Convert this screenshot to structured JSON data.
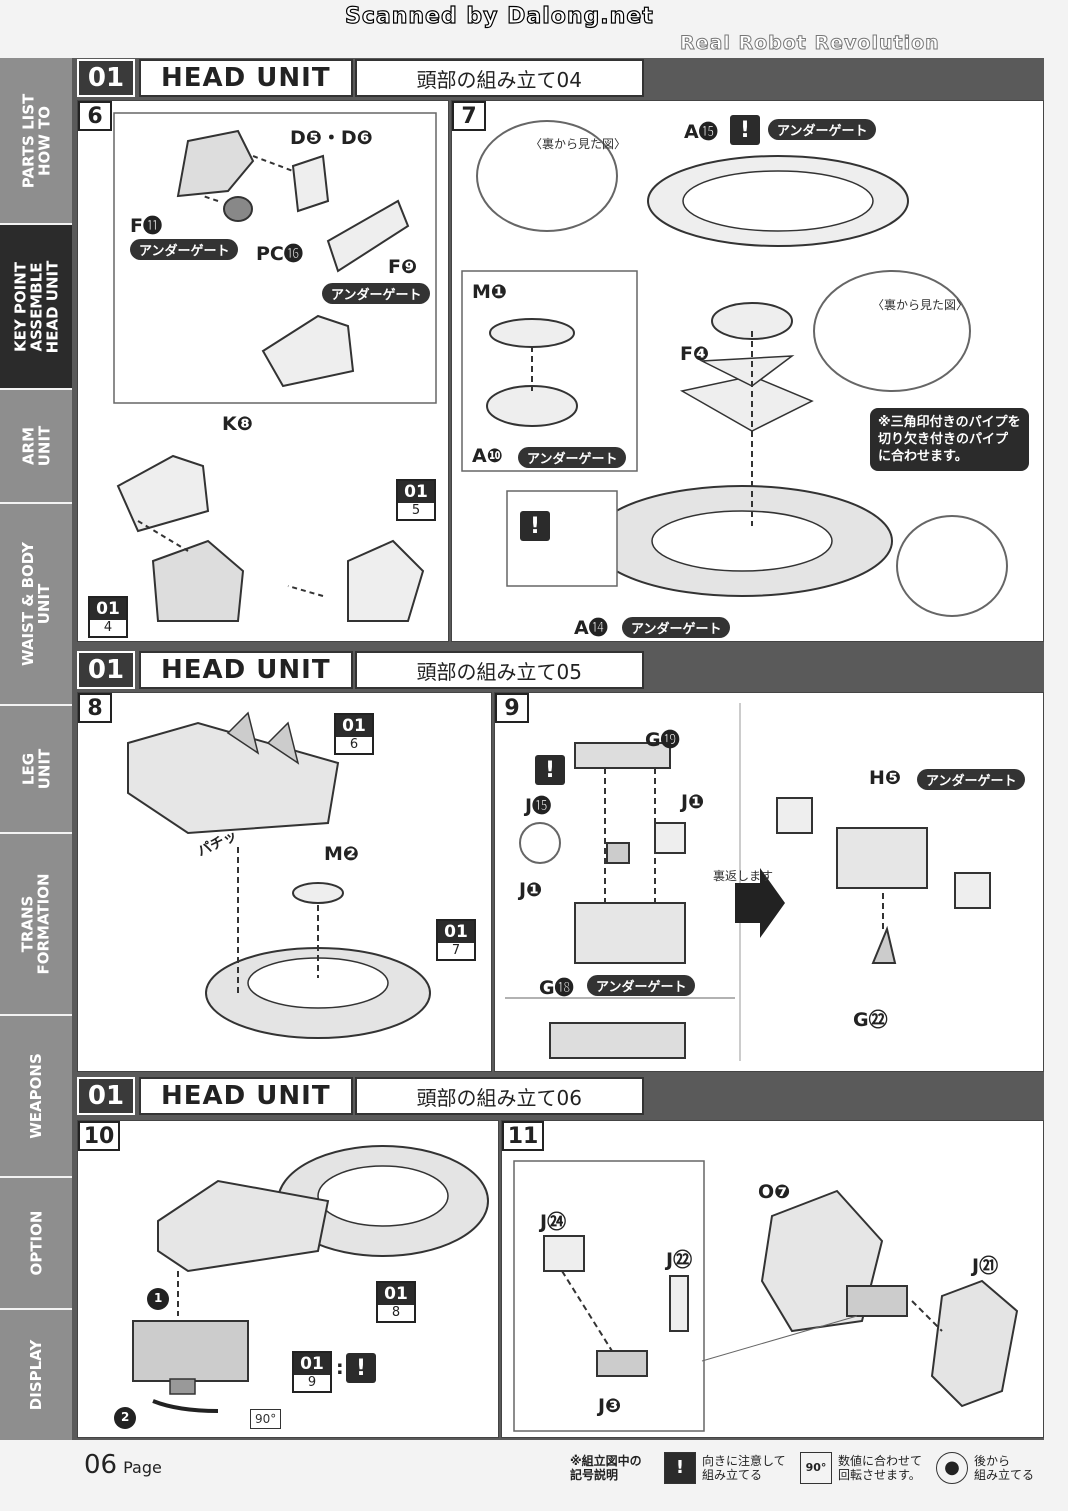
{
  "header": {
    "scanned": "Scanned by Dalong.net",
    "brand": "Real Robot Revolution"
  },
  "sidenav": [
    {
      "label": "PARTS LIST\nHOW TO",
      "active": false
    },
    {
      "label": "KEY POINT\nASSEMBLE\nHEAD UNIT",
      "active": true
    },
    {
      "label": "ARM\nUNIT",
      "active": false
    },
    {
      "label": "WAIST & BODY\nUNIT",
      "active": false
    },
    {
      "label": "LEG\nUNIT",
      "active": false
    },
    {
      "label": "TRANS\nFORMATION",
      "active": false
    },
    {
      "label": "WEAPONS",
      "active": false
    },
    {
      "label": "OPTION",
      "active": false
    },
    {
      "label": "DISPLAY",
      "active": false
    }
  ],
  "sections": [
    {
      "num": "01",
      "title": "HEAD UNIT",
      "sub": "頭部の組み立て04"
    },
    {
      "num": "01",
      "title": "HEAD UNIT",
      "sub": "頭部の組み立て05"
    },
    {
      "num": "01",
      "title": "HEAD UNIT",
      "sub": "頭部の組み立て06"
    }
  ],
  "steps": {
    "s6": {
      "num": "6",
      "labels": [
        "D❺・D❻",
        "F⓫",
        "PC⓰",
        "F❾",
        "K❽"
      ],
      "gate": "アンダーゲート",
      "refs": [
        {
          "t": "01",
          "b": "5"
        },
        {
          "t": "01",
          "b": "4"
        }
      ]
    },
    "s7": {
      "num": "7",
      "labels": [
        "A⓯",
        "M❶",
        "F❹",
        "A❿",
        "A⓮"
      ],
      "gate": "アンダーゲート",
      "callout": "〈裏から見た図〉",
      "note": "※三角印付きのパイプを\n切り欠き付きのパイプ\nに合わせます。"
    },
    "s8": {
      "num": "8",
      "labels": [
        "M❷"
      ],
      "sfx": "パチッ",
      "refs": [
        {
          "t": "01",
          "b": "6"
        },
        {
          "t": "01",
          "b": "7"
        }
      ]
    },
    "s9": {
      "num": "9",
      "labels": [
        "G⓳",
        "J⓯",
        "J❶",
        "J❶",
        "G⓲",
        "H❺",
        "G㉒"
      ],
      "gate": "アンダーゲート",
      "flip": "裏返します"
    },
    "s10": {
      "num": "10",
      "refs": [
        {
          "t": "01",
          "b": "8"
        },
        {
          "t": "01",
          "b": "9"
        }
      ],
      "angle": "90°"
    },
    "s11": {
      "num": "11",
      "labels": [
        "J㉔",
        "J㉒",
        "J❸",
        "O❼",
        "J㉑"
      ]
    }
  },
  "footer": {
    "page_num": "06",
    "page_word": "Page",
    "legend_title": "※組立図中の\n記号説明",
    "legend_items": [
      {
        "icon": "!",
        "text": "向きに注意して\n組み立てる"
      },
      {
        "icon": "90°",
        "text": "数値に合わせて\n回転させます。"
      },
      {
        "icon": "●",
        "text": "後から\n組み立てる"
      }
    ]
  }
}
